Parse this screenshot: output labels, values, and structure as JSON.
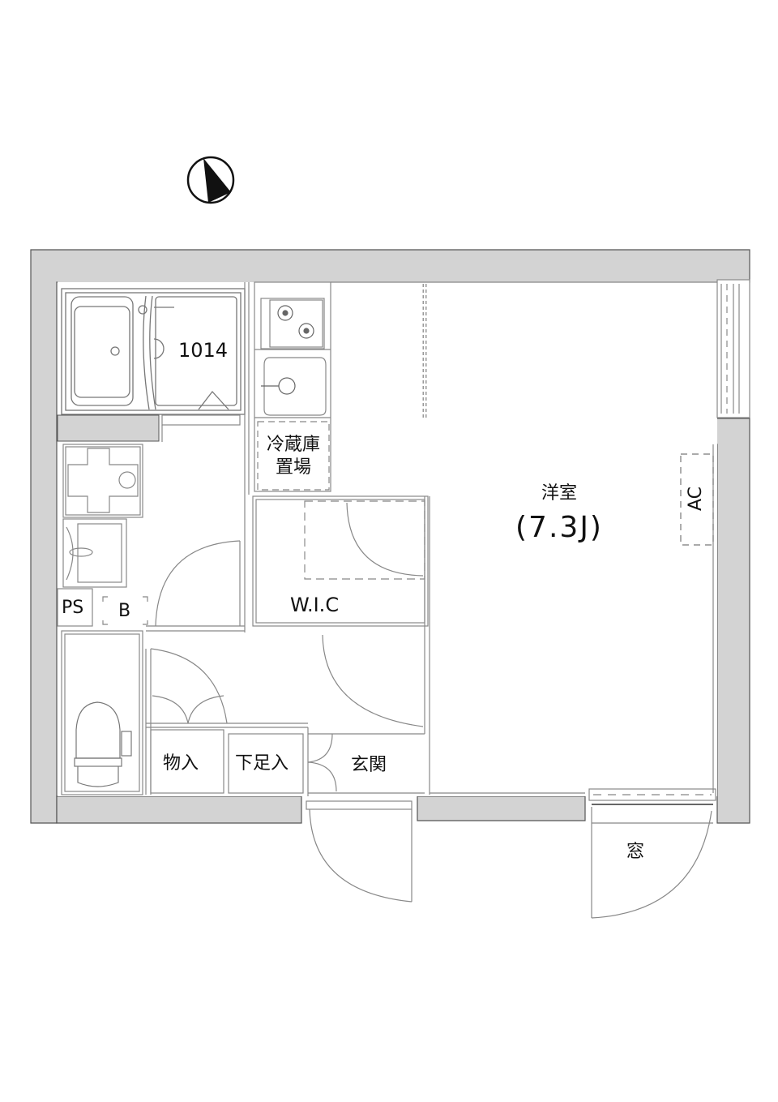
{
  "floor_plan": {
    "north_arrow": "north-arrow-icon",
    "rooms": {
      "bathroom": {
        "label": "1014"
      },
      "refrigerator_space": {
        "line1": "冷蔵庫",
        "line2": "置場"
      },
      "western_room": {
        "name": "洋室",
        "size": "(7.3J)"
      },
      "air_conditioner": {
        "label": "AC"
      },
      "walk_in_closet": {
        "label": "W.I.C"
      },
      "pipe_space": {
        "label": "PS"
      },
      "breaker": {
        "label": "B"
      },
      "storage": {
        "label": "物入"
      },
      "shoe_cabinet": {
        "label": "下足入"
      },
      "entrance": {
        "label": "玄関"
      },
      "window": {
        "label": "窓"
      }
    },
    "colors": {
      "wall_fill": "#d3d3d3",
      "wall_stroke": "#555555",
      "line": "#888888",
      "text": "#111111",
      "background": "#ffffff"
    }
  }
}
